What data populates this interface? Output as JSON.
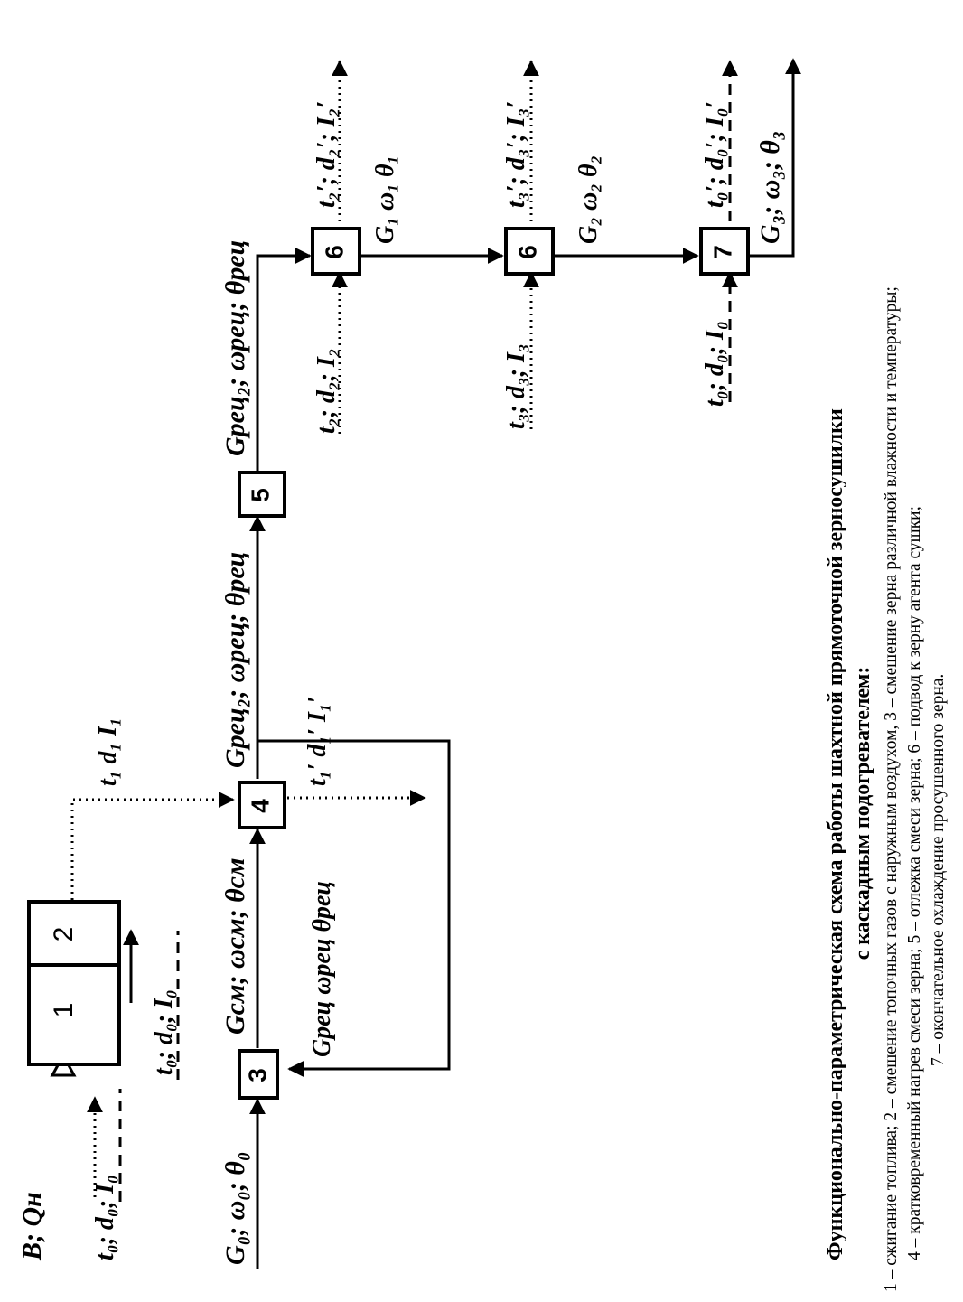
{
  "blocks": {
    "b1": "1",
    "b2": "2",
    "b3": "3",
    "b4": "4",
    "b5": "5",
    "b6a": "6",
    "b6b": "6",
    "b7": "7"
  },
  "labels": {
    "fuel": "B; Qн",
    "air_in_furnace": "t₀; d₀; I₀",
    "air_in_mixer": "t₀; d₀; I₀",
    "flue_out": "t₁  d₁  I₁",
    "grain_in": "G₀; ω₀; θ₀",
    "recirc": "Gрец  ωрец  θрец",
    "mix": "Gсм; ωсм; θсм",
    "exhaust4": "t₁′  d₁′  I₁′",
    "after4": "Gрец₂; ωрец; θрец",
    "after5": "Gрец₂; ωрец; θрец",
    "agent2_in": "t₂; d₂; I₂",
    "agent2_out": "t₂′; d₂′; I₂′",
    "stream1": "G₁  ω₁  θ₁",
    "agent3_in": "t₃; d₃; I₃",
    "agent3_out": "t₃′; d₃′; I₃′",
    "stream2": "G₂  ω₂  θ₂",
    "cool_in": "t₀; d₀; I₀",
    "cool_out": "t₀′; d₀′; I₀′",
    "final": "G₃; ω₃; θ₃"
  },
  "caption": {
    "title1": "Функционально-параметрическая схема работы шахтной прямоточной зерносушилки",
    "title2": "с каскадным подогревателем:",
    "legend1": "1 – сжигание топлива; 2 – смешение топочных газов с наружным воздухом, 3 – смешение зерна различной влажности и температуры;",
    "legend2": "4 – кратковременный нагрев смеси зерна; 5 – отлежка смеси зерна; 6 – подвод к зерну агента сушки;",
    "legend3": "7 – окончательное охлаждение просушенного зерна."
  }
}
